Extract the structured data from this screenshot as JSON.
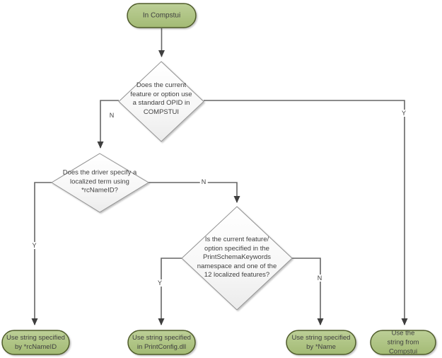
{
  "diagram": {
    "kind": "flowchart",
    "nodes": {
      "start": {
        "label": "In Compstui"
      },
      "decision_opid": {
        "label": "Does the current\nfeature or option use\na standard OPID in\nCOMPSTUI"
      },
      "decision_rcnameid": {
        "label": "Does the driver specify a\nlocalized term using\n*rcNameID?"
      },
      "decision_printschema": {
        "label": "Is the current feature/\noption specified in the\nPrintSchemaKeywords\nnamespace and one of the\n12 localized features?"
      },
      "result_rcnameid": {
        "label": "Use string specified\nby *rcNameID"
      },
      "result_printconfig": {
        "label": "Use string specified\nin PrintConfig.dll"
      },
      "result_name": {
        "label": "Use string specified\nby *Name"
      },
      "result_compstui": {
        "label": "Use the string from\nCompstui"
      }
    },
    "branches": {
      "opid_no": "N",
      "opid_yes": "Y",
      "rcnameid_yes": "Y",
      "rcnameid_no": "N",
      "printschema_yes": "Y",
      "printschema_no": "N"
    },
    "colors": {
      "terminal_fill_top": "#bccf97",
      "terminal_fill_bottom": "#a3ba74",
      "terminal_border": "#4f5b2c",
      "decision_fill_top": "#ffffff",
      "decision_fill_bottom": "#ebebeb",
      "decision_border": "#919191",
      "connector": "#666666",
      "arrowhead": "#3f3f3f",
      "text": "#3f3f3f"
    }
  }
}
